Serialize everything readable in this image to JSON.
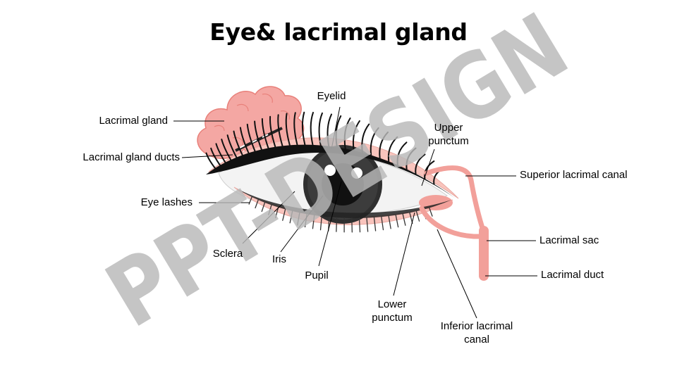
{
  "title": "Eye& lacrimal gland",
  "watermark": "PPT-DESIGN",
  "labels": {
    "lacrimal_gland": "Lacrimal gland",
    "lacrimal_gland_ducts": "Lacrimal gland ducts",
    "eye_lashes": "Eye lashes",
    "sclera": "Sclera",
    "iris": "Iris",
    "pupil": "Pupil",
    "eyelid": "Eyelid",
    "upper_punctum_l1": "Upper",
    "upper_punctum_l2": "punctum",
    "lower_punctum_l1": "Lower",
    "lower_punctum_l2": "punctum",
    "inferior_canal_l1": "Inferior lacrimal",
    "inferior_canal_l2": "canal",
    "superior_canal": "Superior lacrimal canal",
    "lacrimal_sac": "Lacrimal sac",
    "lacrimal_duct": "Lacrimal duct"
  },
  "colors": {
    "gland_pink": "#f4a7a3",
    "gland_outline": "#e8807a",
    "duct_pink": "#f2a09a",
    "lid_pink": "#f9c4bd",
    "iris_dark": "#2f2f2f",
    "watermark_gray": "#b9b9b9"
  }
}
